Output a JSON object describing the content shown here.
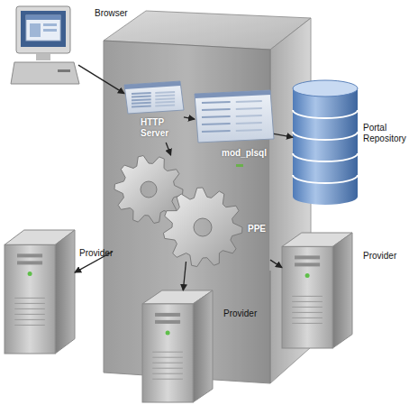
{
  "diagram": {
    "nodes": [
      {
        "text": [
          "Browser"
        ]
      },
      {
        "text": [
          "HTTP Server"
        ]
      },
      {
        "text": [
          "mod_plsql"
        ]
      },
      {
        "text": [
          "PPE"
        ]
      },
      {
        "text": [
          "Portal Repository"
        ]
      },
      {
        "text": [
          "Provider"
        ]
      },
      {
        "text": [
          "Provider"
        ]
      },
      {
        "text": [
          "Provider"
        ]
      }
    ],
    "edges": [
      {
        "from": 0,
        "to": 1,
        "arrow": "to"
      },
      {
        "from": 1,
        "to": 2,
        "arrow": "to"
      },
      {
        "from": 1,
        "to": 3,
        "arrow": "to"
      },
      {
        "from": 2,
        "to": 4,
        "arrow": "to"
      },
      {
        "from": 3,
        "to": 5,
        "arrow": "to"
      },
      {
        "from": 3,
        "to": 7,
        "arrow": "to"
      },
      {
        "from": 3,
        "to": 6,
        "arrow": "to"
      }
    ]
  }
}
